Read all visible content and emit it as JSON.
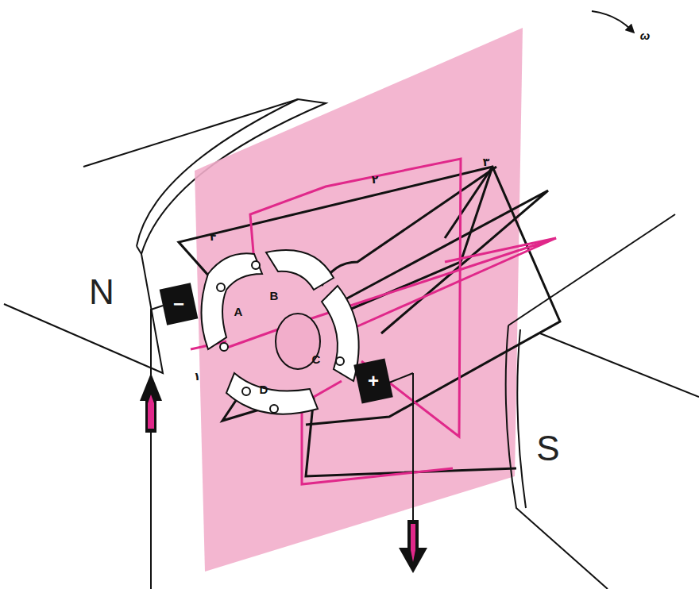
{
  "diagram": {
    "labels": [
      "N",
      "S",
      "ω",
      "A",
      "B",
      "C",
      "D",
      "−",
      "+",
      "۱",
      "۲",
      "۳",
      "۴"
    ]
  }
}
